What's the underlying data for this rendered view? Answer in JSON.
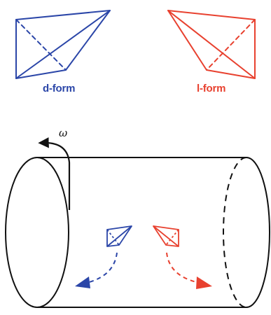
{
  "labels": {
    "d_form": "d-form",
    "l_form": "l-form",
    "omega": "ω"
  },
  "colors": {
    "d_form": "#2b46a8",
    "l_form": "#e8412f",
    "cylinder": "#111111"
  }
}
